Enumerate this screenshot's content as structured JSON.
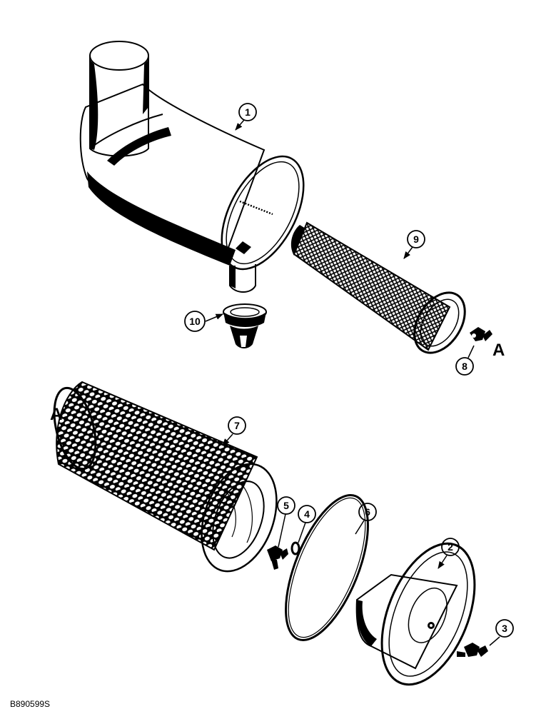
{
  "callouts": {
    "c1": "1",
    "c2": "2",
    "c3": "3",
    "c4": "4",
    "c5": "5",
    "c6": "6",
    "c7": "7",
    "c8": "8",
    "c9": "9",
    "c10": "10"
  },
  "reference_letter_upper": "A",
  "reference_letter_lower": "A",
  "figure_id": "B890599S"
}
